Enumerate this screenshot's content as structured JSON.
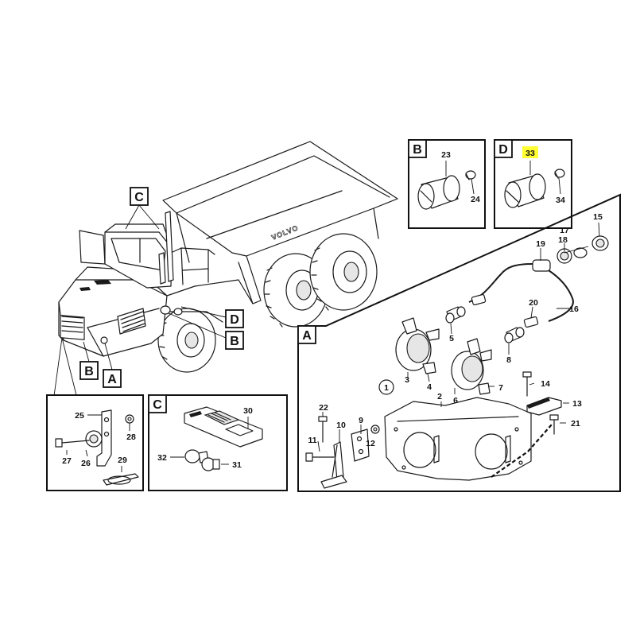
{
  "callout_letters": {
    "truck_c": "C",
    "truck_d": "D",
    "truck_b_right": "B",
    "truck_b_front": "B",
    "truck_a": "A",
    "panel_b": "B",
    "panel_d": "D",
    "panel_a": "A",
    "panel_c": "C"
  },
  "truck_logo_text": "VOLVO",
  "part_numbers": {
    "p1": "1",
    "p2": "2",
    "p3": "3",
    "p4": "4",
    "p5": "5",
    "p6": "6",
    "p7": "7",
    "p8": "8",
    "p9": "9",
    "p10": "10",
    "p11": "11",
    "p12": "12",
    "p13": "13",
    "p14": "14",
    "p15": "15",
    "p16": "16",
    "p17": "17",
    "p18": "18",
    "p19": "19",
    "p20": "20",
    "p21": "21",
    "p22": "22",
    "p23": "23",
    "p24": "24",
    "p25": "25",
    "p26": "26",
    "p27": "27",
    "p28": "28",
    "p29": "29",
    "p30": "30",
    "p31": "31",
    "p32": "32",
    "p33": "33",
    "p34": "34"
  },
  "highlight": {
    "part": "33",
    "color": "#ffff33"
  }
}
